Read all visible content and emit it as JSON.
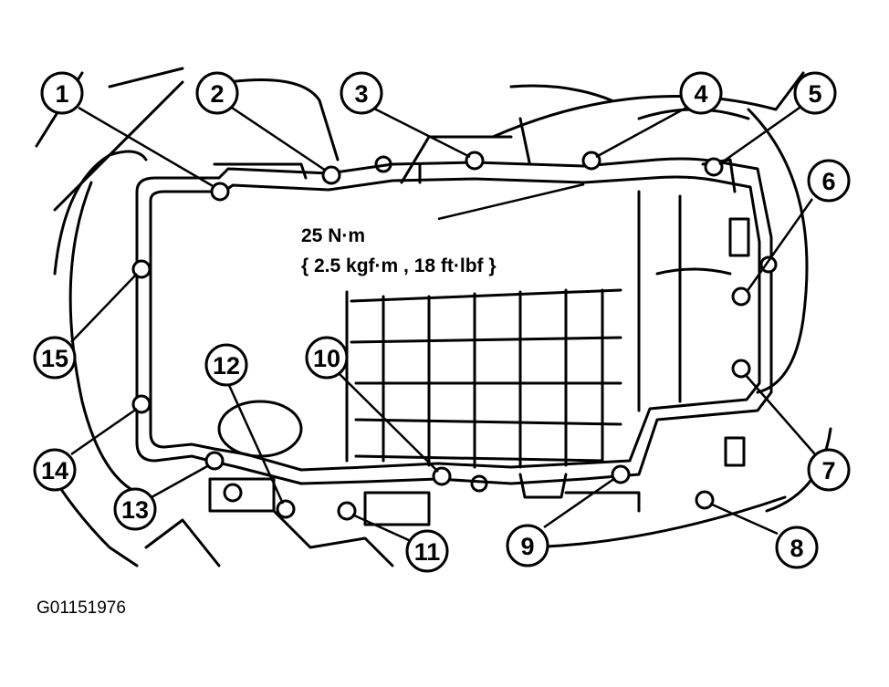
{
  "torque": {
    "line1": "25 N·m",
    "line2": "{ 2.5 kgf·m , 18 ft·lbf }"
  },
  "callouts": [
    "1",
    "2",
    "3",
    "4",
    "5",
    "6",
    "7",
    "8",
    "9",
    "10",
    "11",
    "12",
    "13",
    "14",
    "15"
  ],
  "figure_code": "G01151976",
  "colors": {
    "ink": "#000000",
    "paper": "#ffffff"
  }
}
